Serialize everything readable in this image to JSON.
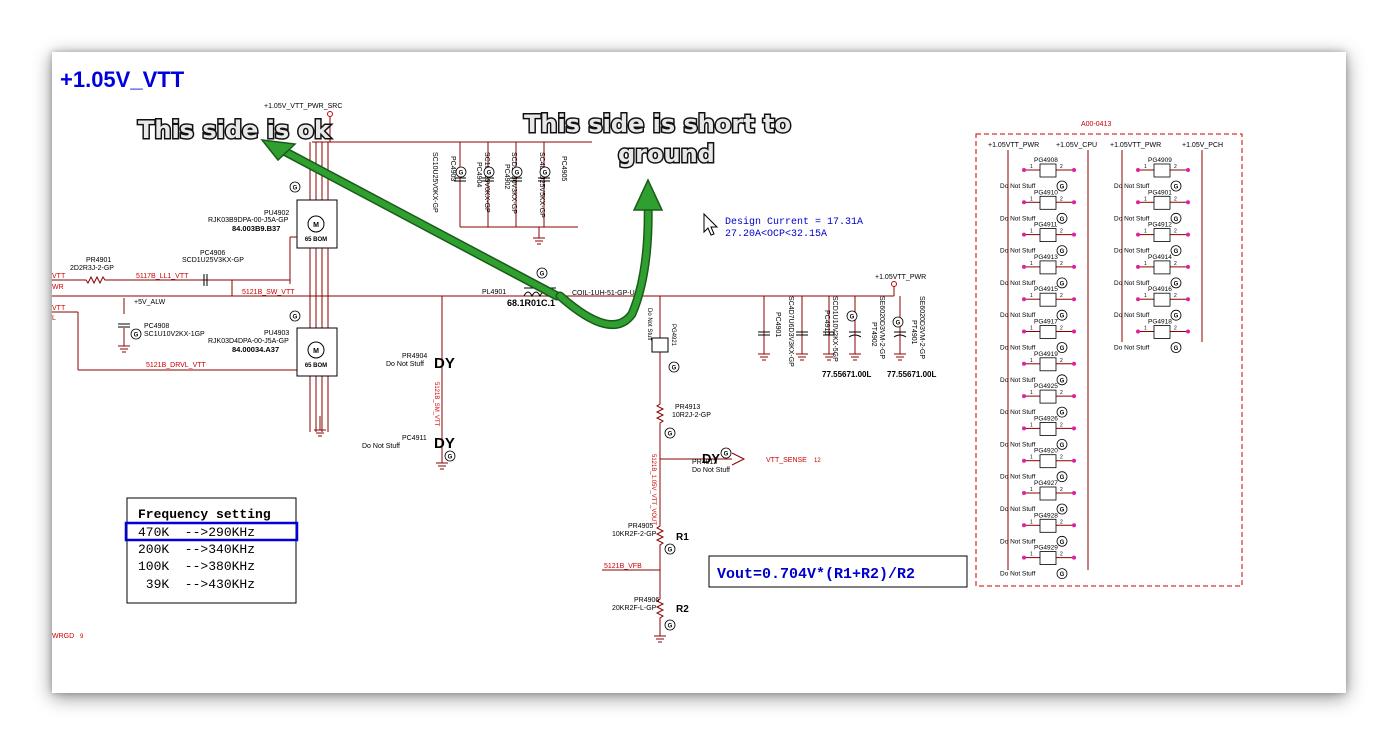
{
  "title": "+1.05V_VTT",
  "nets": {
    "vtt_pwr_src": "+1.05V_VTT_PWR_SRC",
    "vtt_pwr": "+1.05VTT_PWR",
    "alw": "+5V_ALW",
    "lx": "5121B_SW_VTT",
    "ll1": "5117B_LL1_VTT",
    "drvl": "5121B_DRVL_VTT",
    "vfb": "5121B_VFB",
    "vout": "5121B_1.05V_VTT_VOUT",
    "vtt_sense": "VTT_SENSE",
    "vtt_sense_ref": "12",
    "wrgd": "WRGD",
    "wrgd_ref": "9",
    "vtt_left_top": "VTT",
    "vtt_left_mid": "VTT",
    "wr_left": "WR",
    "l_left": "L",
    "vertical_net": "5121B_SM_VTT"
  },
  "components": {
    "pu4902": {
      "ref": "PU4902",
      "part": "RJK03B9DPA-00-J5A-GP",
      "pn": "84.003B9.B37",
      "bom": "65 BOM"
    },
    "pu4903": {
      "ref": "PU4903",
      "part": "RJK03D4DPA-00-J5A-GP",
      "pn": "84.00034.A37",
      "bom": "65 BOM"
    },
    "pr4901": {
      "ref": "PR4901",
      "part": "2D2R3J-2-GP"
    },
    "pc4906": {
      "ref": "PC4906",
      "part": "SCD1U25V3KX-GP"
    },
    "pc4908": {
      "ref": "PC4908",
      "part": "SC1U10V2KX-1GP"
    },
    "pr4904": {
      "ref": "PR4904",
      "note": "Do Not Stuff"
    },
    "pc4911": {
      "ref": "PC4911",
      "note": "Do Not Stuff"
    },
    "pl4901": {
      "ref": "PL4901",
      "part": "COIL-1UH-51-GP-U",
      "pn": "68.1R01C.1"
    },
    "pg4921": {
      "ref": "PG4921",
      "note": "Do Not Stuff"
    },
    "pr4913": {
      "ref": "PR4913",
      "part": "10R2J-2-GP"
    },
    "pr4912": {
      "ref": "PR4912",
      "note": "Do Not Stuff"
    },
    "pr4905": {
      "ref": "PR4905",
      "part": "10KR2F-2-GP",
      "label": "R1"
    },
    "pr4906": {
      "ref": "PR4906",
      "part": "20KR2F-L-GP",
      "label": "R2"
    },
    "top_caps": [
      "SC10U25V0KX-GP",
      "SC10U25V0KX-GP",
      "SCD1U50V3KX-GP",
      "SC4D7U25V5KX-GP"
    ],
    "top_cap_refs": [
      "PC4903",
      "PC4904",
      "PC4902",
      "PC4905"
    ],
    "out_caps": [
      "SC4D7U6D3V3KX-GP",
      "SCD1U10V2KX-5GP",
      "SE6020D3VM-2-GP",
      "SE6020D3VM-2-GP"
    ],
    "out_cap_refs": [
      "PC4901",
      "PC4910",
      "PT4902",
      "PT4901"
    ],
    "out_pn_1": "77.55671.00L",
    "out_pn_2": "77.55671.00L"
  },
  "dy_labels": [
    "DY",
    "DY",
    "DY"
  ],
  "callouts": {
    "left": "This side is ok",
    "right_line1": "This side is short to",
    "right_line2": "ground"
  },
  "design_current": {
    "line1": "Design Current = 17.31A",
    "line2": "27.20A<OCP<32.15A"
  },
  "vout_formula": "Vout=0.704V*(R1+R2)/R2",
  "frequency_table": {
    "header": "Frequency setting",
    "rows": [
      "470K  -->290KHz",
      "200K  -->340KHz",
      "100K  -->380KHz",
      " 39K  -->430KHz"
    ]
  },
  "jumper_box": {
    "title": "A00-0413",
    "col_nets": [
      "+1.05VTT_PWR",
      "+1.05V_CPU",
      "+1.05VTT_PWR",
      "+1.05V_PCH"
    ],
    "left_refs": [
      "PG4908",
      "PG4910",
      "PG4911",
      "PG4913",
      "PG4915",
      "PG4917",
      "PG4919",
      "PG4925",
      "PG4926",
      "PG4920",
      "PG4927",
      "PG4928",
      "PG4929"
    ],
    "right_refs": [
      "PG4909",
      "PG4901",
      "PG4912",
      "PG4914",
      "PG4916",
      "PG4918"
    ],
    "note": "Do Not Stuff",
    "pin1": "1",
    "pin2": "2"
  },
  "colors": {
    "wire": "#8b0000",
    "net_red": "#cc0000",
    "title_blue": "#0000dd",
    "arrow_green": "#2a9a2a",
    "dash_red": "#cc0000"
  }
}
